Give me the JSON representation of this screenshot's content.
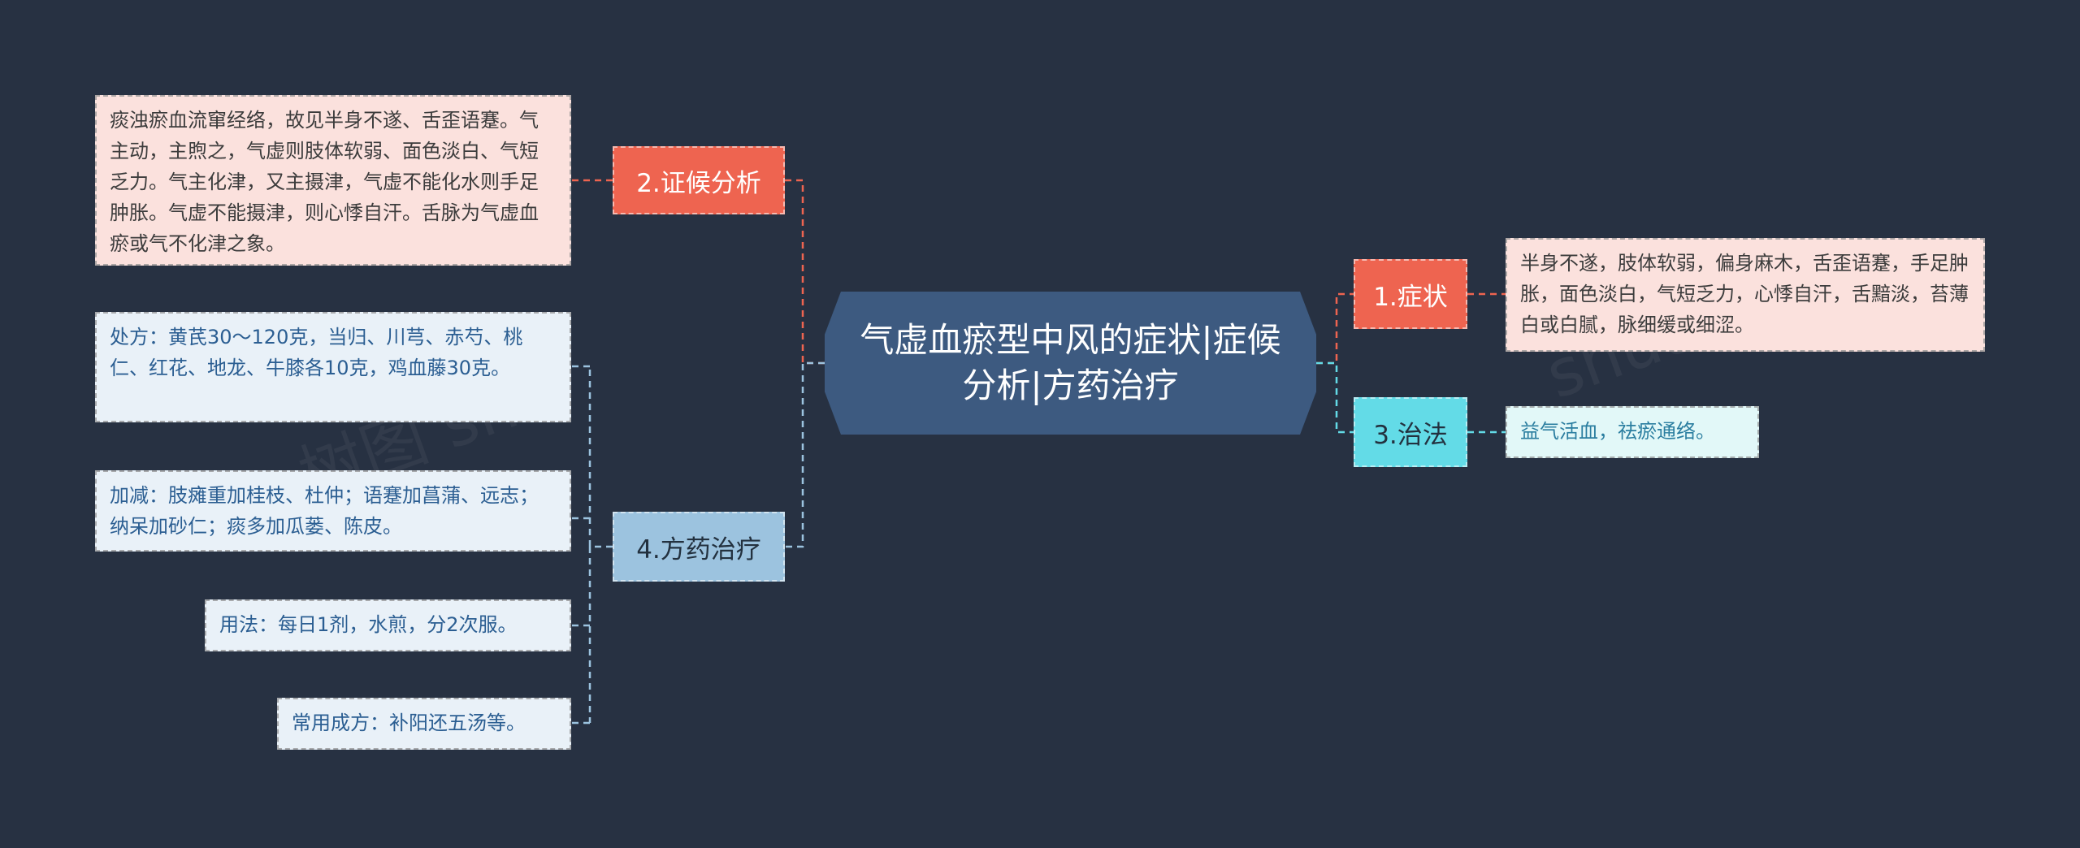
{
  "center": {
    "title": "气虚血瘀型中风的症状|症候分析|方药治疗"
  },
  "branches": [
    {
      "label": "1.症状",
      "leaves": [
        "半身不遂，肢体软弱，偏身麻木，舌歪语蹇，手足肿胀，面色淡白，气短乏力，心悸自汗，舌黯淡，苔薄白或白腻，脉细缓或细涩。"
      ]
    },
    {
      "label": "2.证候分析",
      "leaves": [
        "痰浊瘀血流窜经络，故见半身不遂、舌歪语蹇。气主动，主煦之，气虚则肢体软弱、面色淡白、气短乏力。气主化津，又主摄津，气虚不能化水则手足肿胀。气虚不能摄津，则心悸自汗。舌脉为气虚血瘀或气不化津之象。"
      ]
    },
    {
      "label": "3.治法",
      "leaves": [
        "益气活血，祛瘀通络。"
      ]
    },
    {
      "label": "4.方药治疗",
      "leaves": [
        "处方：黄芪30～120克，当归、川芎、赤芍、桃仁、红花、地龙、牛膝各10克，鸡血藤30克。",
        "加减：肢瘫重加桂枝、杜仲；语蹇加菖蒲、远志；纳呆加砂仁；痰多加瓜蒌、陈皮。",
        "用法：每日1剂，水煎，分2次服。",
        "常用成方：补阳还五汤等。"
      ]
    }
  ],
  "colors": {
    "background": "#273142",
    "center": "#3d5a80",
    "orange": "#ee6450",
    "cyan": "#63dbe7",
    "blue": "#9cc3df"
  }
}
